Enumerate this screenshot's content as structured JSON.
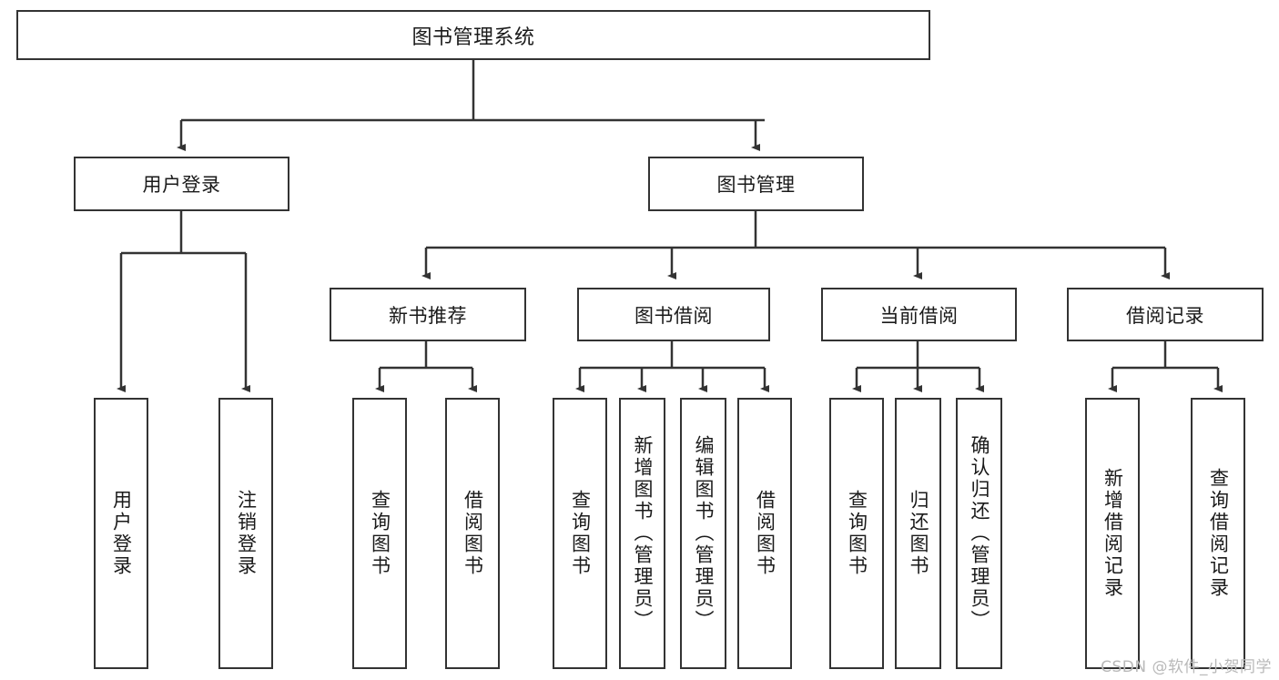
{
  "diagram": {
    "type": "tree",
    "title": "图书管理系统",
    "watermark": "CSDN @软件_小贺同学",
    "colors": {
      "stroke": "#333333",
      "fill": "#ffffff",
      "text": "#1a1a1a",
      "watermark": "#b9b9b9"
    },
    "root": {
      "label": "图书管理系统"
    },
    "level2": [
      {
        "label": "用户登录"
      },
      {
        "label": "图书管理"
      }
    ],
    "level3": [
      {
        "label": "新书推荐"
      },
      {
        "label": "图书借阅"
      },
      {
        "label": "当前借阅"
      },
      {
        "label": "借阅记录"
      }
    ],
    "leaves": {
      "user_login": [
        {
          "label": "用户登录"
        },
        {
          "label": "注销登录"
        }
      ],
      "new_book": [
        {
          "label": "查询图书"
        },
        {
          "label": "借阅图书"
        }
      ],
      "book_borrow": [
        {
          "label": "查询图书"
        },
        {
          "label": "新增图书（管理员）"
        },
        {
          "label": "编辑图书（管理员）"
        },
        {
          "label": "借阅图书"
        }
      ],
      "current_borrow": [
        {
          "label": "查询图书"
        },
        {
          "label": "归还图书"
        },
        {
          "label": "确认归还（管理员）"
        }
      ],
      "borrow_record": [
        {
          "label": "新增借阅记录"
        },
        {
          "label": "查询借阅记录"
        }
      ]
    }
  }
}
